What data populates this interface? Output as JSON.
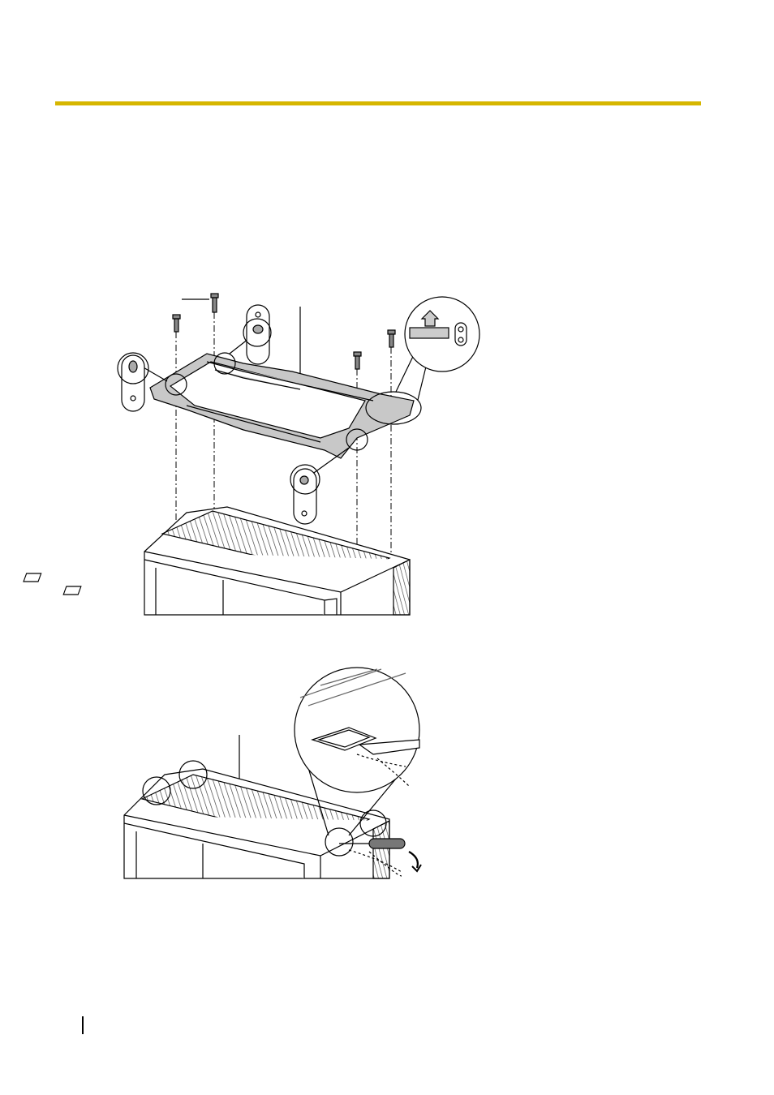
{
  "page": {
    "header_rule_color": "#d6b600",
    "figures": [
      {
        "name": "mounting-bracket-install",
        "icon": "bracket-screws-illustration"
      },
      {
        "name": "cover-tab-removal",
        "icon": "screwdriver-illustration"
      }
    ]
  }
}
